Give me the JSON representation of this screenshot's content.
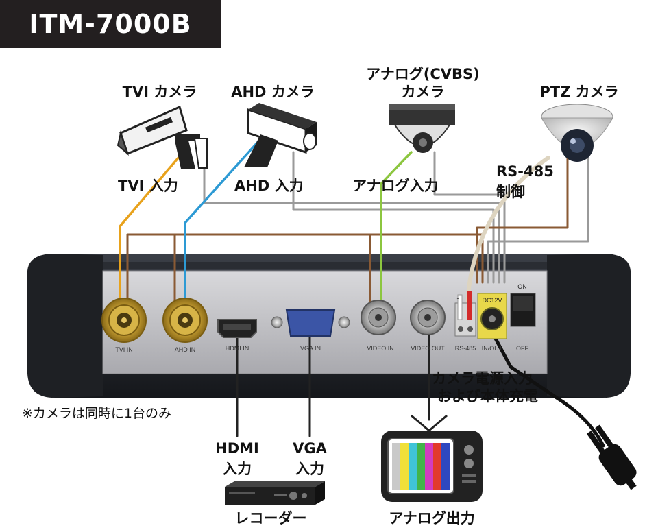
{
  "title": "ITM-7000B",
  "cameras": {
    "tvi": "TVI カメラ",
    "ahd": "AHD カメラ",
    "analog_line1": "アナログ(CVBS)",
    "analog_line2": "カメラ",
    "ptz": "PTZ カメラ"
  },
  "inputs": {
    "tvi": "TVI 入力",
    "ahd": "AHD 入力",
    "analog": "アナログ入力",
    "rs485_line1": "RS-485",
    "rs485_line2": "制御"
  },
  "ports": {
    "tvi_in": "TVI IN",
    "ahd_in": "AHD IN",
    "hdmi_in": "HDMI IN",
    "vga_in": "VGA IN",
    "video_in": "VIDEO IN",
    "video_out": "VIDEO OUT",
    "rs485": "RS-485",
    "dc_in_out": "IN/OUT",
    "dc12v": "DC12V",
    "switch_on": "ON",
    "switch_off": "OFF"
  },
  "power": {
    "line1": "カメラ電源入力",
    "line2": "および本体充電"
  },
  "note": "※カメラは同時に1台のみ",
  "outputs": {
    "hdmi_line1": "HDMI",
    "hdmi_line2": "入力",
    "vga_line1": "VGA",
    "vga_line2": "入力",
    "recorder": "レコーダー",
    "analog_out": "アナログ出力"
  },
  "colors": {
    "tvi_cable": "#e8a21c",
    "ahd_cable": "#2d9ad4",
    "analog_cable": "#8cc63f",
    "power_cable": "#8a5a34",
    "gray_cable": "#9a9a9a",
    "rs485_cable": "#ddd4c0",
    "panel": "#c9c9cc",
    "dc_jack": "#e8d84a"
  }
}
